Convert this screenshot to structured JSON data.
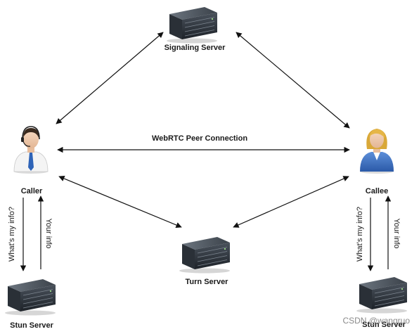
{
  "nodes": {
    "signaling": {
      "label": "Signaling Server"
    },
    "turn": {
      "label": "Turn Server"
    },
    "stun_left": {
      "label": "Stun Server"
    },
    "stun_right": {
      "label": "Stun Server"
    },
    "caller": {
      "label": "Caller"
    },
    "callee": {
      "label": "Callee"
    }
  },
  "edges": {
    "peer_connection": "WebRTC Peer Connection",
    "left_request": "What's my info?",
    "left_response": "Your info",
    "right_request": "What's my info?",
    "right_response": "Your info"
  },
  "watermark": "CSDN @wangruo",
  "colors": {
    "server_body": "#3a4048",
    "server_top": "#5d6670",
    "caller_shirt": "#ffffff",
    "caller_tie": "#2f64b8",
    "callee_hair": "#e2b446",
    "callee_suit": "#3d6fc2"
  }
}
